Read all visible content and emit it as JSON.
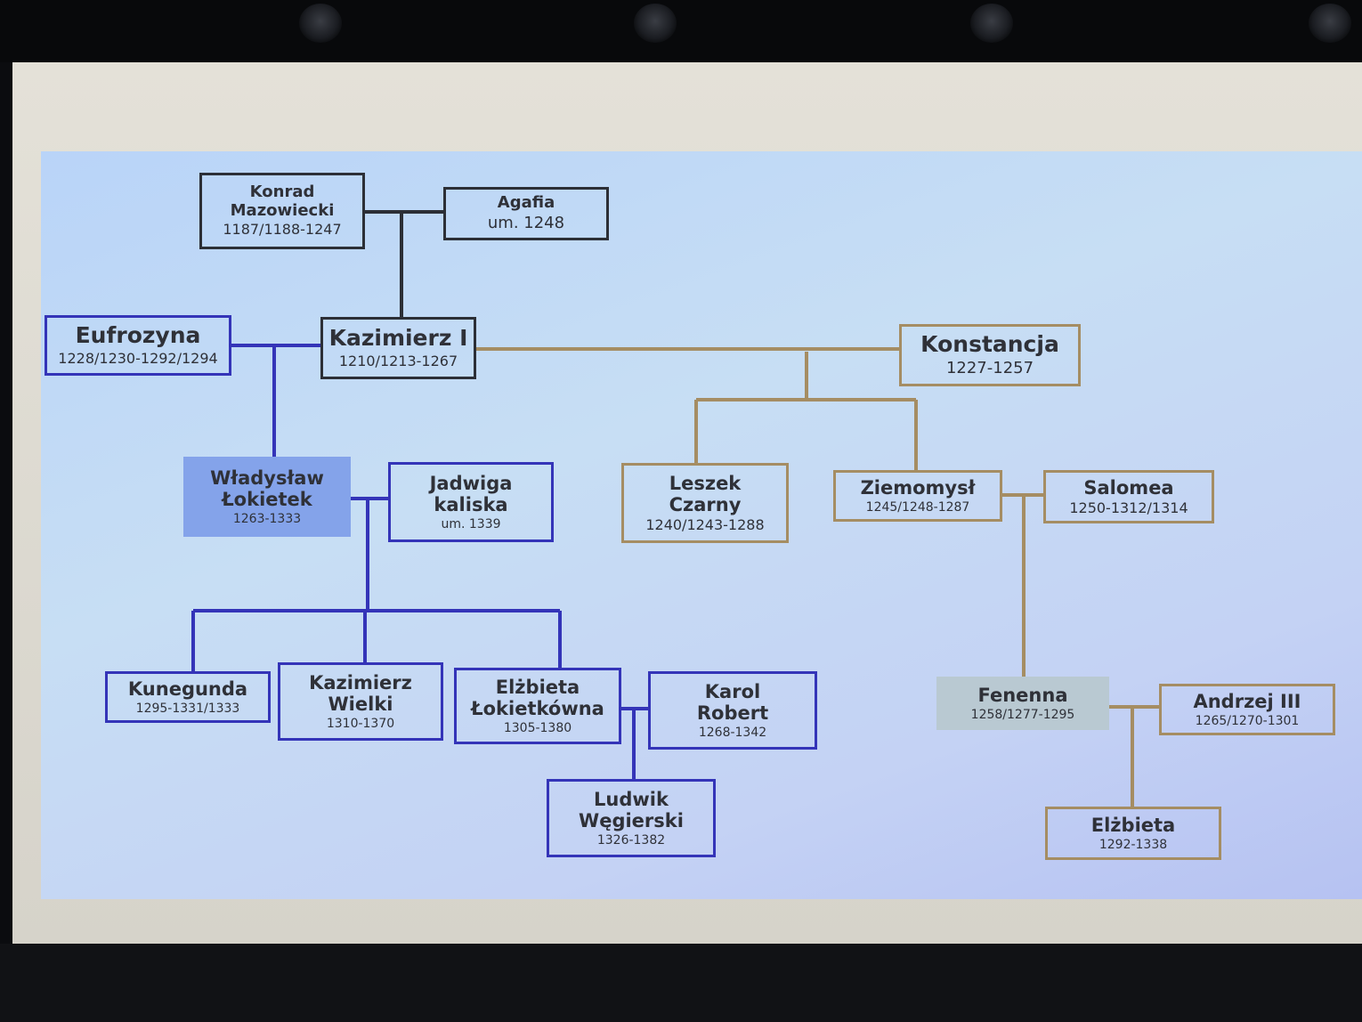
{
  "colors": {
    "line_dark": "#2c2f36",
    "line_blue": "#3434b8",
    "line_tan": "#a58d63",
    "box_fill_blue": "#84a3ea",
    "box_fill_gray": "#b9c9d2",
    "slide_background": "#c2d6f4"
  },
  "people": {
    "konrad": {
      "name": "Konrad\nMazowiecki",
      "dates": "1187/1188-1247"
    },
    "agafia": {
      "name": "Agafia",
      "dates": "um. 1248"
    },
    "eufrozyna": {
      "name": "Eufrozyna",
      "dates": "1228/1230-1292/1294"
    },
    "kazimierz_i": {
      "name": "Kazimierz I",
      "dates": "1210/1213-1267"
    },
    "konstancja": {
      "name": "Konstancja",
      "dates": "1227-1257"
    },
    "wladyslaw": {
      "name": "Władysław\nŁokietek",
      "dates": "1263-1333"
    },
    "jadwiga": {
      "name": "Jadwiga\nkaliska",
      "dates": "um. 1339"
    },
    "leszek": {
      "name": "Leszek\nCzarny",
      "dates": "1240/1243-1288"
    },
    "ziemomysl": {
      "name": "Ziemomysł",
      "dates": "1245/1248-1287"
    },
    "salomea": {
      "name": "Salomea",
      "dates": "1250-1312/1314"
    },
    "kunegunda": {
      "name": "Kunegunda",
      "dates": "1295-1331/1333"
    },
    "kazimierz_wielki": {
      "name": "Kazimierz\nWielki",
      "dates": "1310-1370"
    },
    "elzbieta_l": {
      "name": "Elżbieta\nŁokietkówna",
      "dates": "1305-1380"
    },
    "karol": {
      "name": "Karol\nRobert",
      "dates": "1268-1342"
    },
    "ludwik": {
      "name": "Ludwik\nWęgierski",
      "dates": "1326-1382"
    },
    "fenenna": {
      "name": "Fenenna",
      "dates": "1258/1277-1295"
    },
    "andrzej": {
      "name": "Andrzej III",
      "dates": "1265/1270-1301"
    },
    "elzbieta": {
      "name": "Elżbieta",
      "dates": "1292-1338"
    }
  }
}
